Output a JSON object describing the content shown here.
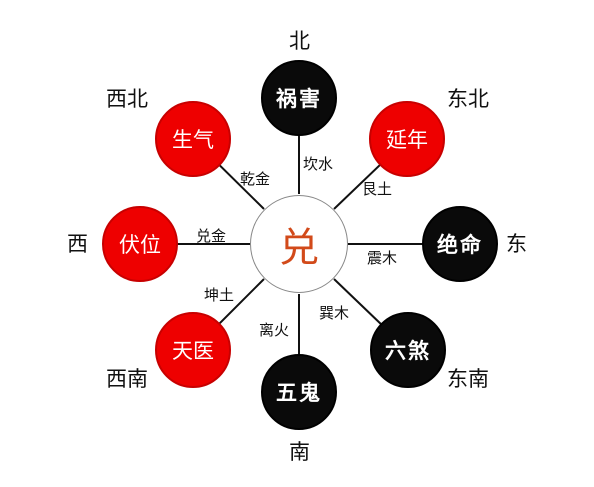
{
  "center": {
    "label": "兑",
    "color": "#d24a1a"
  },
  "directions": {
    "north": "北",
    "northeast": "东北",
    "east": "东",
    "southeast": "东南",
    "south": "南",
    "southwest": "西南",
    "west": "西",
    "northwest": "西北"
  },
  "stars": {
    "north": {
      "label": "祸害",
      "fill": "black"
    },
    "northeast": {
      "label": "延年",
      "fill": "red"
    },
    "east": {
      "label": "绝命",
      "fill": "black"
    },
    "southeast": {
      "label": "六煞",
      "fill": "black"
    },
    "south": {
      "label": "五鬼",
      "fill": "black"
    },
    "southwest": {
      "label": "天医",
      "fill": "red"
    },
    "west": {
      "label": "伏位",
      "fill": "red"
    },
    "northwest": {
      "label": "生气",
      "fill": "red"
    }
  },
  "trigrams": {
    "north": "坎水",
    "northeast": "艮土",
    "east": "震木",
    "southeast": "巽木",
    "south": "离火",
    "southwest": "坤土",
    "west": "兑金",
    "northwest": "乾金"
  },
  "colors": {
    "red": "#ee0000",
    "black": "#0a0a0a",
    "line": "#111111"
  }
}
